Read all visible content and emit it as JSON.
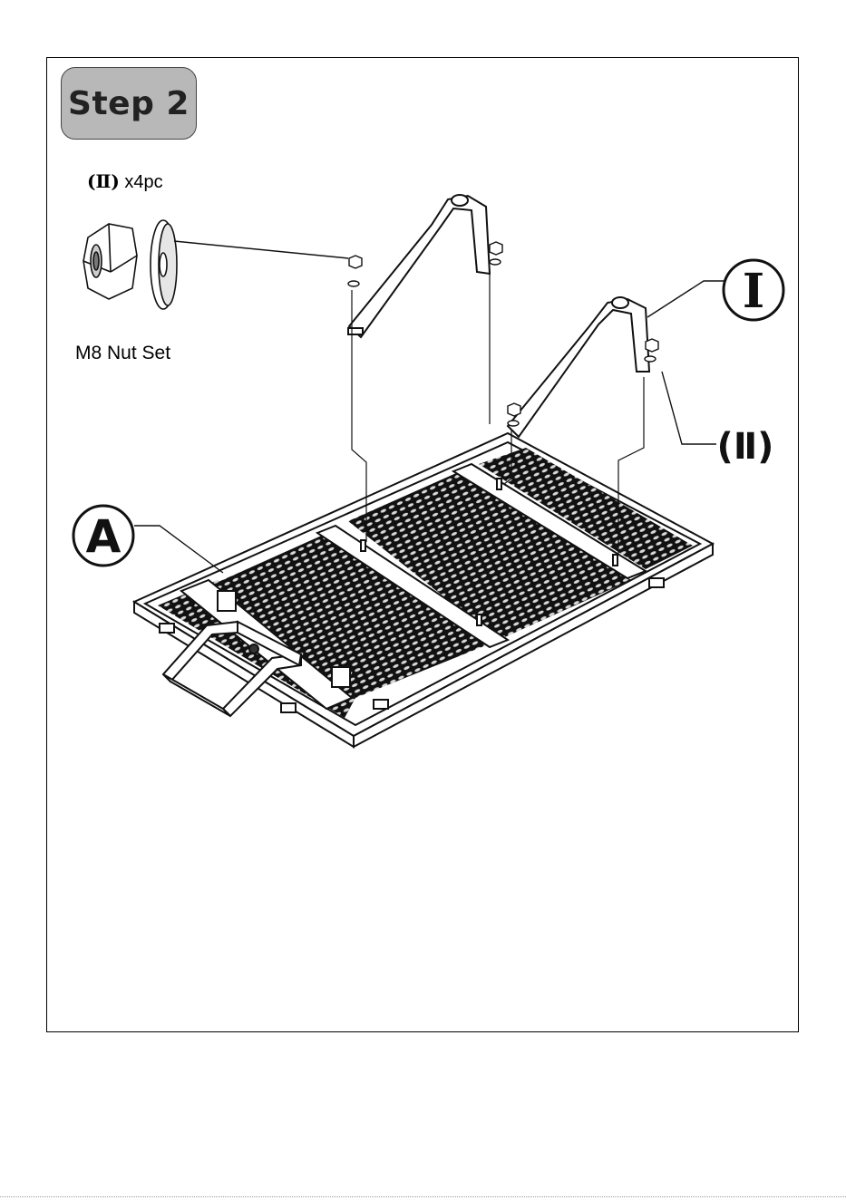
{
  "step": {
    "label": "Step 2"
  },
  "parts": {
    "qty_prefix": "(Ⅱ)",
    "qty_suffix": " x4pc",
    "nut_set_label": "M8 Nut Set"
  },
  "callouts": {
    "frame": "A",
    "tube": "Ⅰ",
    "nut": "(Ⅱ)"
  },
  "icons": {
    "nut": "hex-nut-icon",
    "washer": "washer-icon"
  }
}
